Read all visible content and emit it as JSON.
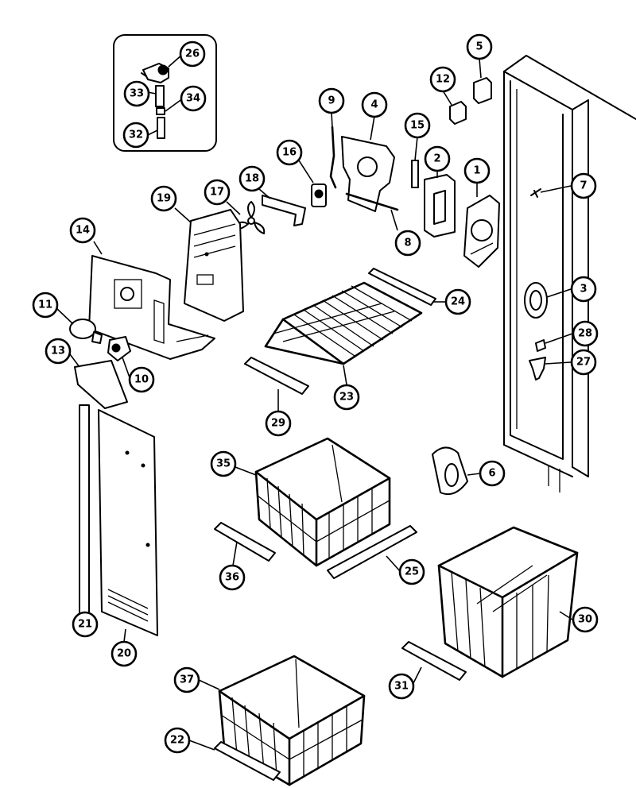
{
  "callouts": [
    {
      "id": "26",
      "label": "26"
    },
    {
      "id": "33",
      "label": "33"
    },
    {
      "id": "34",
      "label": "34"
    },
    {
      "id": "32",
      "label": "32"
    },
    {
      "id": "5",
      "label": "5"
    },
    {
      "id": "12",
      "label": "12"
    },
    {
      "id": "9",
      "label": "9"
    },
    {
      "id": "4",
      "label": "4"
    },
    {
      "id": "15",
      "label": "15"
    },
    {
      "id": "2",
      "label": "2"
    },
    {
      "id": "1",
      "label": "1"
    },
    {
      "id": "16",
      "label": "16"
    },
    {
      "id": "18",
      "label": "18"
    },
    {
      "id": "17",
      "label": "17"
    },
    {
      "id": "19",
      "label": "19"
    },
    {
      "id": "8",
      "label": "8"
    },
    {
      "id": "7",
      "label": "7"
    },
    {
      "id": "14",
      "label": "14"
    },
    {
      "id": "3",
      "label": "3"
    },
    {
      "id": "11",
      "label": "11"
    },
    {
      "id": "24",
      "label": "24"
    },
    {
      "id": "28",
      "label": "28"
    },
    {
      "id": "13",
      "label": "13"
    },
    {
      "id": "10",
      "label": "10"
    },
    {
      "id": "27",
      "label": "27"
    },
    {
      "id": "23",
      "label": "23"
    },
    {
      "id": "29",
      "label": "29"
    },
    {
      "id": "35",
      "label": "35"
    },
    {
      "id": "6",
      "label": "6"
    },
    {
      "id": "36",
      "label": "36"
    },
    {
      "id": "25",
      "label": "25"
    },
    {
      "id": "30",
      "label": "30"
    },
    {
      "id": "21",
      "label": "21"
    },
    {
      "id": "20",
      "label": "20"
    },
    {
      "id": "37",
      "label": "37"
    },
    {
      "id": "31",
      "label": "31"
    },
    {
      "id": "22",
      "label": "22"
    }
  ]
}
